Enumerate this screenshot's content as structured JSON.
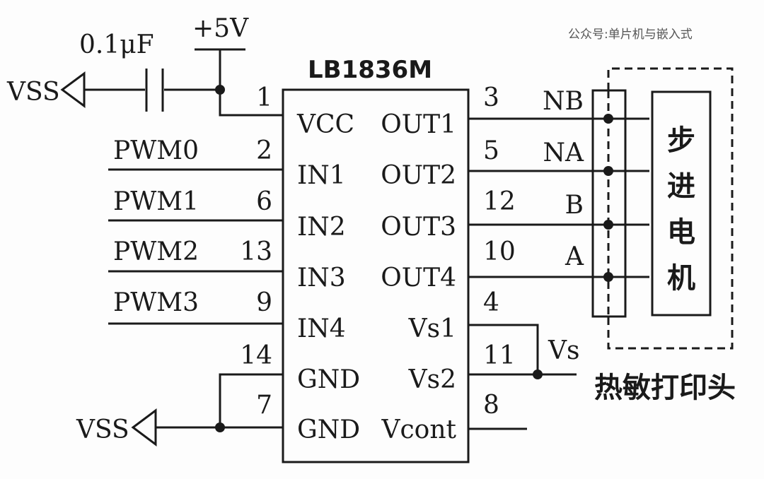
{
  "watermark": "公众号:单片机与嵌入式",
  "chip": {
    "name": "LB1836M",
    "left_pins": [
      {
        "num": "1",
        "label": "VCC"
      },
      {
        "num": "2",
        "label": "IN1"
      },
      {
        "num": "6",
        "label": "IN2"
      },
      {
        "num": "13",
        "label": "IN3"
      },
      {
        "num": "9",
        "label": "IN4"
      },
      {
        "num": "14",
        "label": "GND"
      },
      {
        "num": "7",
        "label": "GND"
      }
    ],
    "right_pins": [
      {
        "num": "3",
        "label": "OUT1"
      },
      {
        "num": "5",
        "label": "OUT2"
      },
      {
        "num": "12",
        "label": "OUT3"
      },
      {
        "num": "10",
        "label": "OUT4"
      },
      {
        "num": "4",
        "label": "Vs1"
      },
      {
        "num": "11",
        "label": "Vs2"
      },
      {
        "num": "8",
        "label": "Vcont"
      }
    ]
  },
  "inputs": [
    "PWM0",
    "PWM1",
    "PWM2",
    "PWM3"
  ],
  "outputs": [
    "NB",
    "NA",
    "B",
    "A"
  ],
  "capacitor": "0.1μF",
  "supply": "+5V",
  "ground_top": "VSS",
  "ground_bottom": "VSS",
  "vs_label": "Vs",
  "motor_chars": [
    "步",
    "进",
    "电",
    "机"
  ],
  "print_head": "热敏打印头"
}
